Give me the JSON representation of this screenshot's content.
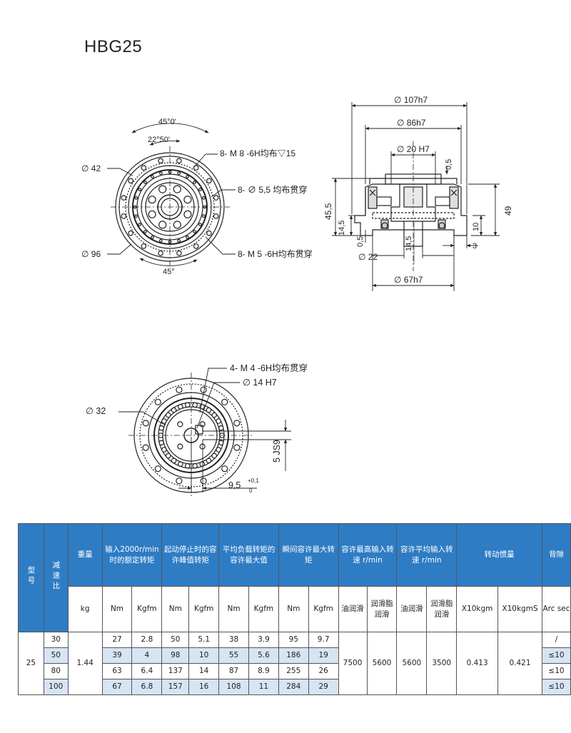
{
  "title": "HBG25",
  "top_view": {
    "angle_outer": "45°0'",
    "angle_inner": "22°50'",
    "angle_bottom": "45°",
    "dia_42": "∅ 42",
    "dia_96": "∅ 96",
    "callout_1": "8- M 8 -6H均布▽15",
    "callout_2": "8-  ∅ 5,5  均布贯穿",
    "callout_3": "8- M 5 -6H均布贯穿"
  },
  "section_view": {
    "d107": "∅ 107h7",
    "d86": "∅ 86h7",
    "d20": "∅ 20 H7",
    "d05": "0,5",
    "h455": "45,5",
    "h145": "14,5",
    "h05": "0,5",
    "d22": "∅ 22",
    "h145b": "14,5",
    "h49": "49",
    "h10": "10",
    "h3": "3",
    "d67": "∅ 67h7"
  },
  "bottom_view": {
    "callout_1": "4-   M   4   -6H均布贯穿",
    "callout_2": "∅   14 H7",
    "dia_32": "∅  32",
    "key_width": "5  JS9",
    "key_depth": "9,5",
    "tol_upper": "+0,1",
    "tol_lower": "0"
  },
  "table": {
    "h_model": "型号",
    "h_ratio": "减速比",
    "h_weight": "重量",
    "h_rated": "输入2000r/min时的额定转矩",
    "h_peak": "起动停止时的容许峰值转矩",
    "h_avg": "平均负载转矩的容许最大值",
    "h_inst": "瞬间容许最大转矩",
    "h_maxspeed": "容许最高输入转速 r/min",
    "h_avgspeed": "容许平均输入转速 r/min",
    "h_inertia": "转动惯量",
    "h_backlash": "背隙",
    "u_kg": "kg",
    "u_nm1": "Nm",
    "u_kgfm1": "Kgfm",
    "u_nm2": "Nm",
    "u_kgfm2": "Kgfm",
    "u_nm3": "Nm",
    "u_kgfm3": "Kgfm",
    "u_nm4": "Nm",
    "u_kgfm4": "Kgfm",
    "u_oil1": "油润滑",
    "u_grease1": "润滑脂润滑",
    "u_oil2": "油润滑",
    "u_grease2": "润滑脂润滑",
    "u_inertia1": "X10kgm",
    "u_inertia2": "X10kgmS",
    "u_arcsec": "Arc sec",
    "model": "25",
    "weight": "1.44",
    "max_oil": "7500",
    "max_grease": "5600",
    "avg_oil": "5600",
    "avg_grease": "3500",
    "inertia1": "0.413",
    "inertia2": "0.421",
    "rows": [
      {
        "ratio": "30",
        "rn": "27",
        "rk": "2.8",
        "pn": "50",
        "pk": "5.1",
        "an": "38",
        "ak": "3.9",
        "in": "95",
        "ik": "9.7",
        "bl": "/"
      },
      {
        "ratio": "50",
        "rn": "39",
        "rk": "4",
        "pn": "98",
        "pk": "10",
        "an": "55",
        "ak": "5.6",
        "in": "186",
        "ik": "19",
        "bl": "≤10"
      },
      {
        "ratio": "80",
        "rn": "63",
        "rk": "6.4",
        "pn": "137",
        "pk": "14",
        "an": "87",
        "ak": "8.9",
        "in": "255",
        "ik": "26",
        "bl": "≤10"
      },
      {
        "ratio": "100",
        "rn": "67",
        "rk": "6.8",
        "pn": "157",
        "pk": "16",
        "an": "108",
        "ak": "11",
        "in": "284",
        "ik": "29",
        "bl": "≤10"
      }
    ]
  }
}
